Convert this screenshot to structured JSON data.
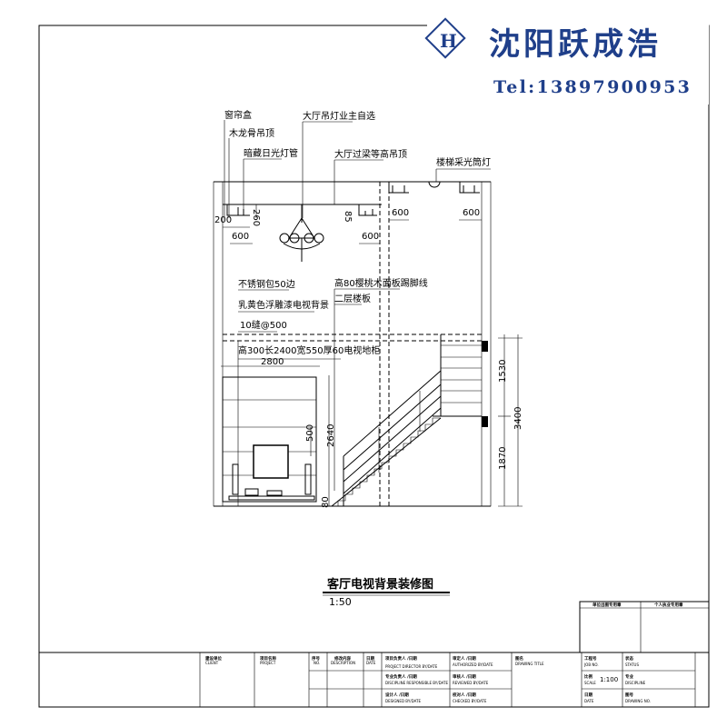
{
  "logo": {
    "company": "沈阳跃成浩",
    "tel": "Tel:13897900953",
    "brand_color": "#1f3f8a"
  },
  "notes": {
    "curtain_box": "窗帘盒",
    "wood_keel_ceiling": "木龙骨吊顶",
    "hidden_tube_light": "暗藏日光灯管",
    "chandelier": "大厅吊灯业主自选",
    "beam_ceiling": "大厅过梁等高吊顶",
    "stair_light": "楼梯采光筒灯",
    "steel_trim": "不锈钢包50边",
    "milk_yellow_bg": "乳黄色浮雕漆电视背景",
    "seam": "10缝@500",
    "skirting": "高80樱桃木面板踢脚线",
    "second_floor": "二层楼板",
    "tv_cabinet": "高300长2400宽550厚60电视地柜"
  },
  "dimensions": {
    "d200": "200",
    "d260": "260",
    "d600": "600",
    "d85": "85",
    "d2800": "2800",
    "d500": "500",
    "d2640": "2640",
    "d80": "80",
    "d1530": "1530",
    "d1870": "1870",
    "d3400": "3400"
  },
  "drawing": {
    "title": "客厅电视背景装修图",
    "scale": "1:50"
  },
  "stamps": {
    "unit_stamp": "单位出图专用章",
    "personal_stamp": "个人执业专用章"
  },
  "title_block": {
    "client_cn": "建设单位",
    "client": "CLIENT",
    "project_cn": "项目名称",
    "project": "PROJECT",
    "no_cn": "序号",
    "no": "NO.",
    "desc_cn": "修改内容",
    "desc": "DESCRIPTION",
    "date_cn": "日期",
    "date": "DATE",
    "director_cn": "项目负责人 /日期",
    "director": "PROJECT DIRECTOR BY/DATE",
    "authorized_cn": "审定人 /日期",
    "authorized": "AUTHORIZED BY/DATE",
    "discipline_resp_cn": "专业负责人 /日期",
    "discipline_resp": "DISCIPLINE RESPONSIBLE BY/DATE",
    "reviewed_cn": "审核人 /日期",
    "reviewed": "REVIEWED BY/DATE",
    "designed_cn": "设计人 /日期",
    "designed": "DESIGNED BY/DATE",
    "checked_cn": "校对人 /日期",
    "checked": "CHECKED BY/DATE",
    "title_cn": "图名",
    "title": "DRAWING TITLE",
    "job_cn": "工程号",
    "job": "JOB NO.",
    "status_cn": "状态",
    "status": "STATUS",
    "scale_cn": "比例",
    "scale": "SCALE",
    "scale_value": "1:100",
    "discipline_cn": "专业",
    "discipline": "DISCIPLINE",
    "date2_cn": "日期",
    "date2": "DATE",
    "drawing_no_cn": "图号",
    "drawing_no": "DRAWING NO."
  }
}
